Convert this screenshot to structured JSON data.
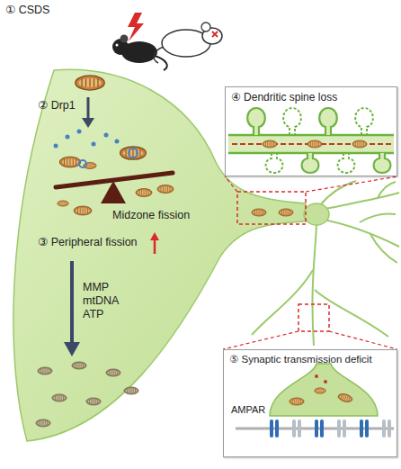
{
  "diagram": {
    "nodes": [
      {
        "text": [
          "② Drp1",
          "Midzone fission",
          "③ Peripheral fission",
          "MMP mtDNA ATP"
        ]
      },
      {
        "text": [
          "④ Dendritic spine loss"
        ]
      },
      {
        "text": [
          "⑤ Synaptic transmission deficit",
          "AMPAR"
        ]
      }
    ],
    "labels": [
      "① CSDS"
    ]
  }
}
